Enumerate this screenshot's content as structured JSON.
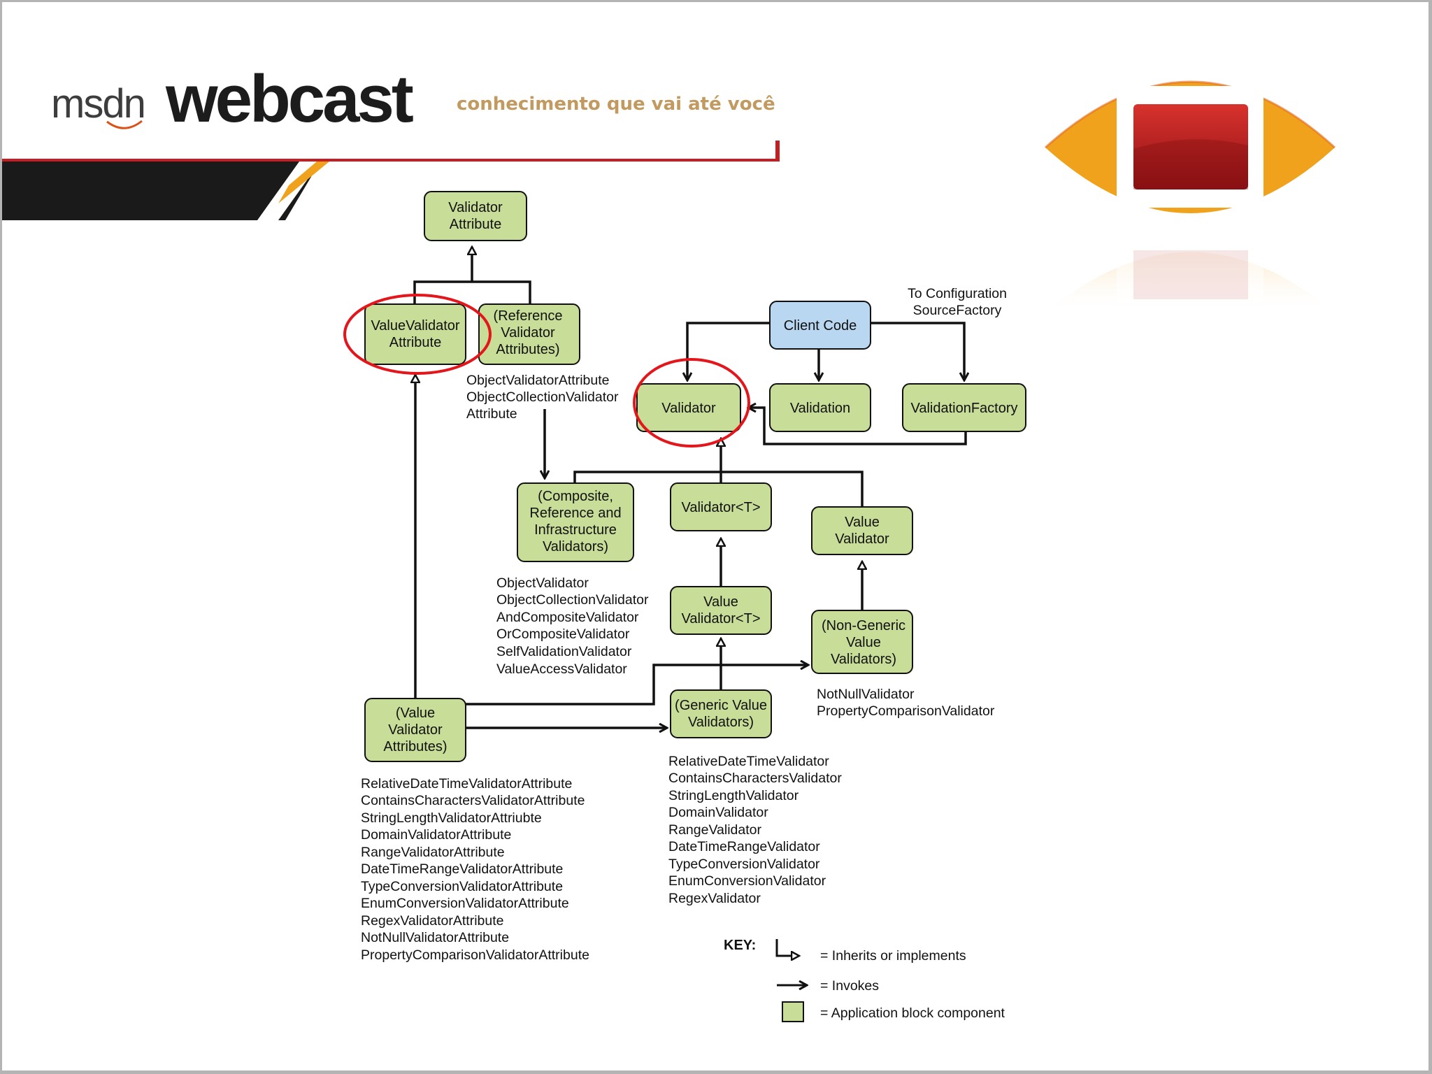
{
  "header": {
    "logo_msdn": "msdn",
    "logo_webcast": "webcast",
    "tagline": "conhecimento que vai até você"
  },
  "diagram": {
    "boxes": {
      "validator_attribute": [
        "Validator",
        "Attribute"
      ],
      "value_validator_attribute": [
        "ValueValidator",
        "Attribute"
      ],
      "reference_validator_attributes": [
        "(Reference",
        "Validator",
        "Attributes)"
      ],
      "client_code": [
        "Client Code"
      ],
      "validator": [
        "Validator"
      ],
      "validation": [
        "Validation"
      ],
      "validation_factory": [
        "ValidationFactory"
      ],
      "composite_validators": [
        "(Composite,",
        "Reference and",
        "Infrastructure",
        "Validators)"
      ],
      "validator_t": [
        "Validator<T>"
      ],
      "value_validator": [
        "Value",
        "Validator"
      ],
      "value_validator_t": [
        "Value",
        "Validator<T>"
      ],
      "non_generic_value_validators": [
        "(Non-Generic",
        "Value",
        "Validators)"
      ],
      "value_validator_attributes": [
        "(Value",
        "Validator",
        "Attributes)"
      ],
      "generic_value_validators": [
        "(Generic Value",
        "Validators)"
      ]
    },
    "notes": {
      "to_config": [
        "To Configuration",
        "SourceFactory"
      ],
      "reference_attributes": [
        "ObjectValidatorAttribute",
        "ObjectCollectionValidator",
        "Attribute"
      ],
      "composite_list": [
        "ObjectValidator",
        "ObjectCollectionValidator",
        "AndCompositeValidator",
        "OrCompositeValidator",
        "SelfValidationValidator",
        "ValueAccessValidator"
      ],
      "non_generic_list": [
        "NotNullValidator",
        "PropertyComparisonValidator"
      ],
      "generic_list": [
        "RelativeDateTimeValidator",
        "ContainsCharactersValidator",
        "StringLengthValidator",
        "DomainValidator",
        "RangeValidator",
        "DateTimeRangeValidator",
        "TypeConversionValidator",
        "EnumConversionValidator",
        "RegexValidator"
      ],
      "attribute_list": [
        "RelativeDateTimeValidatorAttribute",
        "ContainsCharactersValidatorAttribute",
        "StringLengthValidatorAttriubte",
        "DomainValidatorAttribute",
        "RangeValidatorAttribute",
        "DateTimeRangeValidatorAttribute",
        "TypeConversionValidatorAttribute",
        "EnumConversionValidatorAttribute",
        "RegexValidatorAttribute",
        "NotNullValidatorAttribute",
        "PropertyComparisonValidatorAttribute"
      ]
    },
    "key": {
      "title": "KEY:",
      "inherits": "= Inherits or implements",
      "invokes": "= Invokes",
      "component": "= Application block component"
    },
    "highlighted": [
      "ValueValidator Attribute",
      "Validator"
    ],
    "colors": {
      "component_fill": "#c8dd98",
      "client_fill": "#b9d7f0",
      "highlight_ring": "#e3161c",
      "brand_orange": "#f0a21c",
      "brand_red": "#c41e22"
    }
  }
}
